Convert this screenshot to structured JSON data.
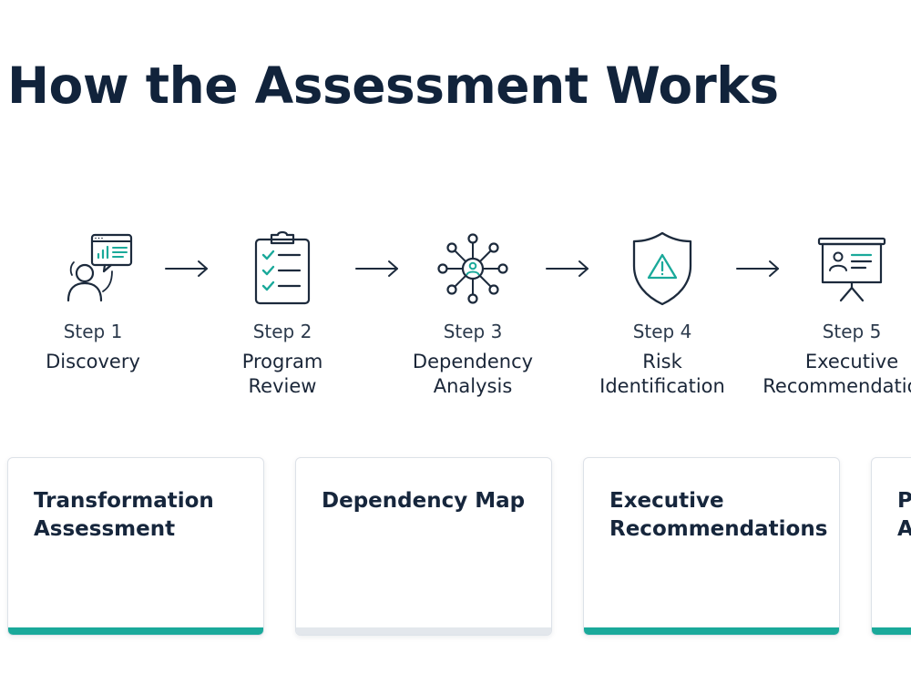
{
  "title": "How the Assessment Works",
  "colors": {
    "accent_teal": "#1aa99a",
    "icon_dark": "#1c2a3c",
    "bar_gray": "#e3e7ec"
  },
  "steps": [
    {
      "number": "Step 1",
      "name": "Discovery",
      "icon": "person-with-dashboard-icon"
    },
    {
      "number": "Step 2",
      "name": "Program\nReview",
      "icon": "clipboard-checklist-icon"
    },
    {
      "number": "Step 3",
      "name": "Dependency\nAnalysis",
      "icon": "network-hub-icon"
    },
    {
      "number": "Step 4",
      "name": "Risk\nIdentification",
      "icon": "shield-warning-icon"
    },
    {
      "number": "Step 5",
      "name": "Executive\nRecommendations",
      "icon": "presentation-board-icon"
    }
  ],
  "arrow_icon": "arrow-right-icon",
  "cards": [
    {
      "title": "Transformation\nAssessment",
      "bar_color": "#1aa99a"
    },
    {
      "title": "Dependency Map",
      "bar_color": "#e3e7ec"
    },
    {
      "title": "Executive\nRecommendations",
      "bar_color": "#1aa99a"
    },
    {
      "title": "P\nA",
      "bar_color": "#1aa99a"
    }
  ]
}
